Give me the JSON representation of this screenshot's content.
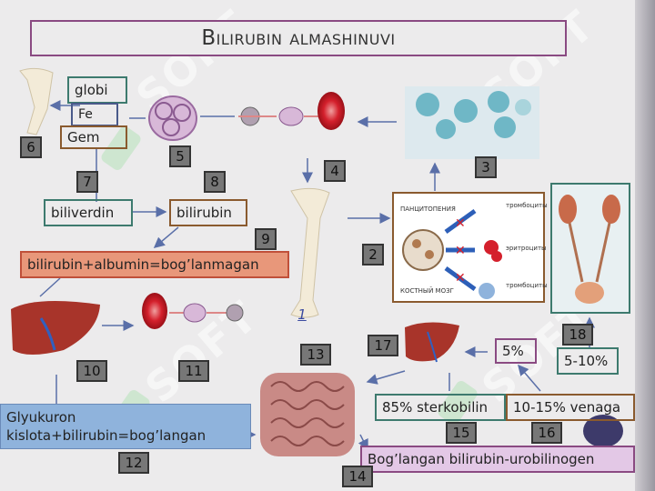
{
  "title": "Bilirubin almashinuvi",
  "labels": {
    "globi": "globi",
    "fe": "Fe",
    "gem": "Gem",
    "biliverdin": "biliverdin",
    "bilirubin": "bilirubin",
    "bilirubin_albumin": "bilirubin+albumin=bog’lanmagan",
    "glyukuron_line1": "Glyukuron",
    "glyukuron_line2": "kislota+bilirubin=bog’langan",
    "sterkobilin": "85% sterkobilin",
    "venaga": "10-15% venaga",
    "five_pct": "5%",
    "five_ten_pct": "5-10%",
    "boglangan_urobilinogen": "Bog’langan bilirubin-urobilinogen"
  },
  "numbers": {
    "n1": "1",
    "n2": "2",
    "n3": "3",
    "n4": "4",
    "n5": "5",
    "n6": "6",
    "n7": "7",
    "n8": "8",
    "n9": "9",
    "n10": "10",
    "n11": "11",
    "n12": "12",
    "n13": "13",
    "n14": "14",
    "n15": "15",
    "n16": "16",
    "n17": "17",
    "n18": "18"
  },
  "panel_labels": {
    "pancytopenia": "ПАНЦИТОПЕНИЯ",
    "trombocity": "тромбоциты",
    "eritrocity": "эритроциты",
    "trombocity2": "тромбоциты",
    "kostny_mozg": "КОСТНЫЙ МОЗГ"
  },
  "watermark": "SOFT",
  "colors": {
    "title_border": "#8a4a82",
    "green_border": "#3d7a6e",
    "brown_border": "#8a5a2e",
    "salmon_fill": "#e8977a",
    "salmon_border": "#c0503a",
    "blue_fill": "#8fb3dc",
    "rbc_red": "#d4202c",
    "liver": "#a8342a"
  }
}
